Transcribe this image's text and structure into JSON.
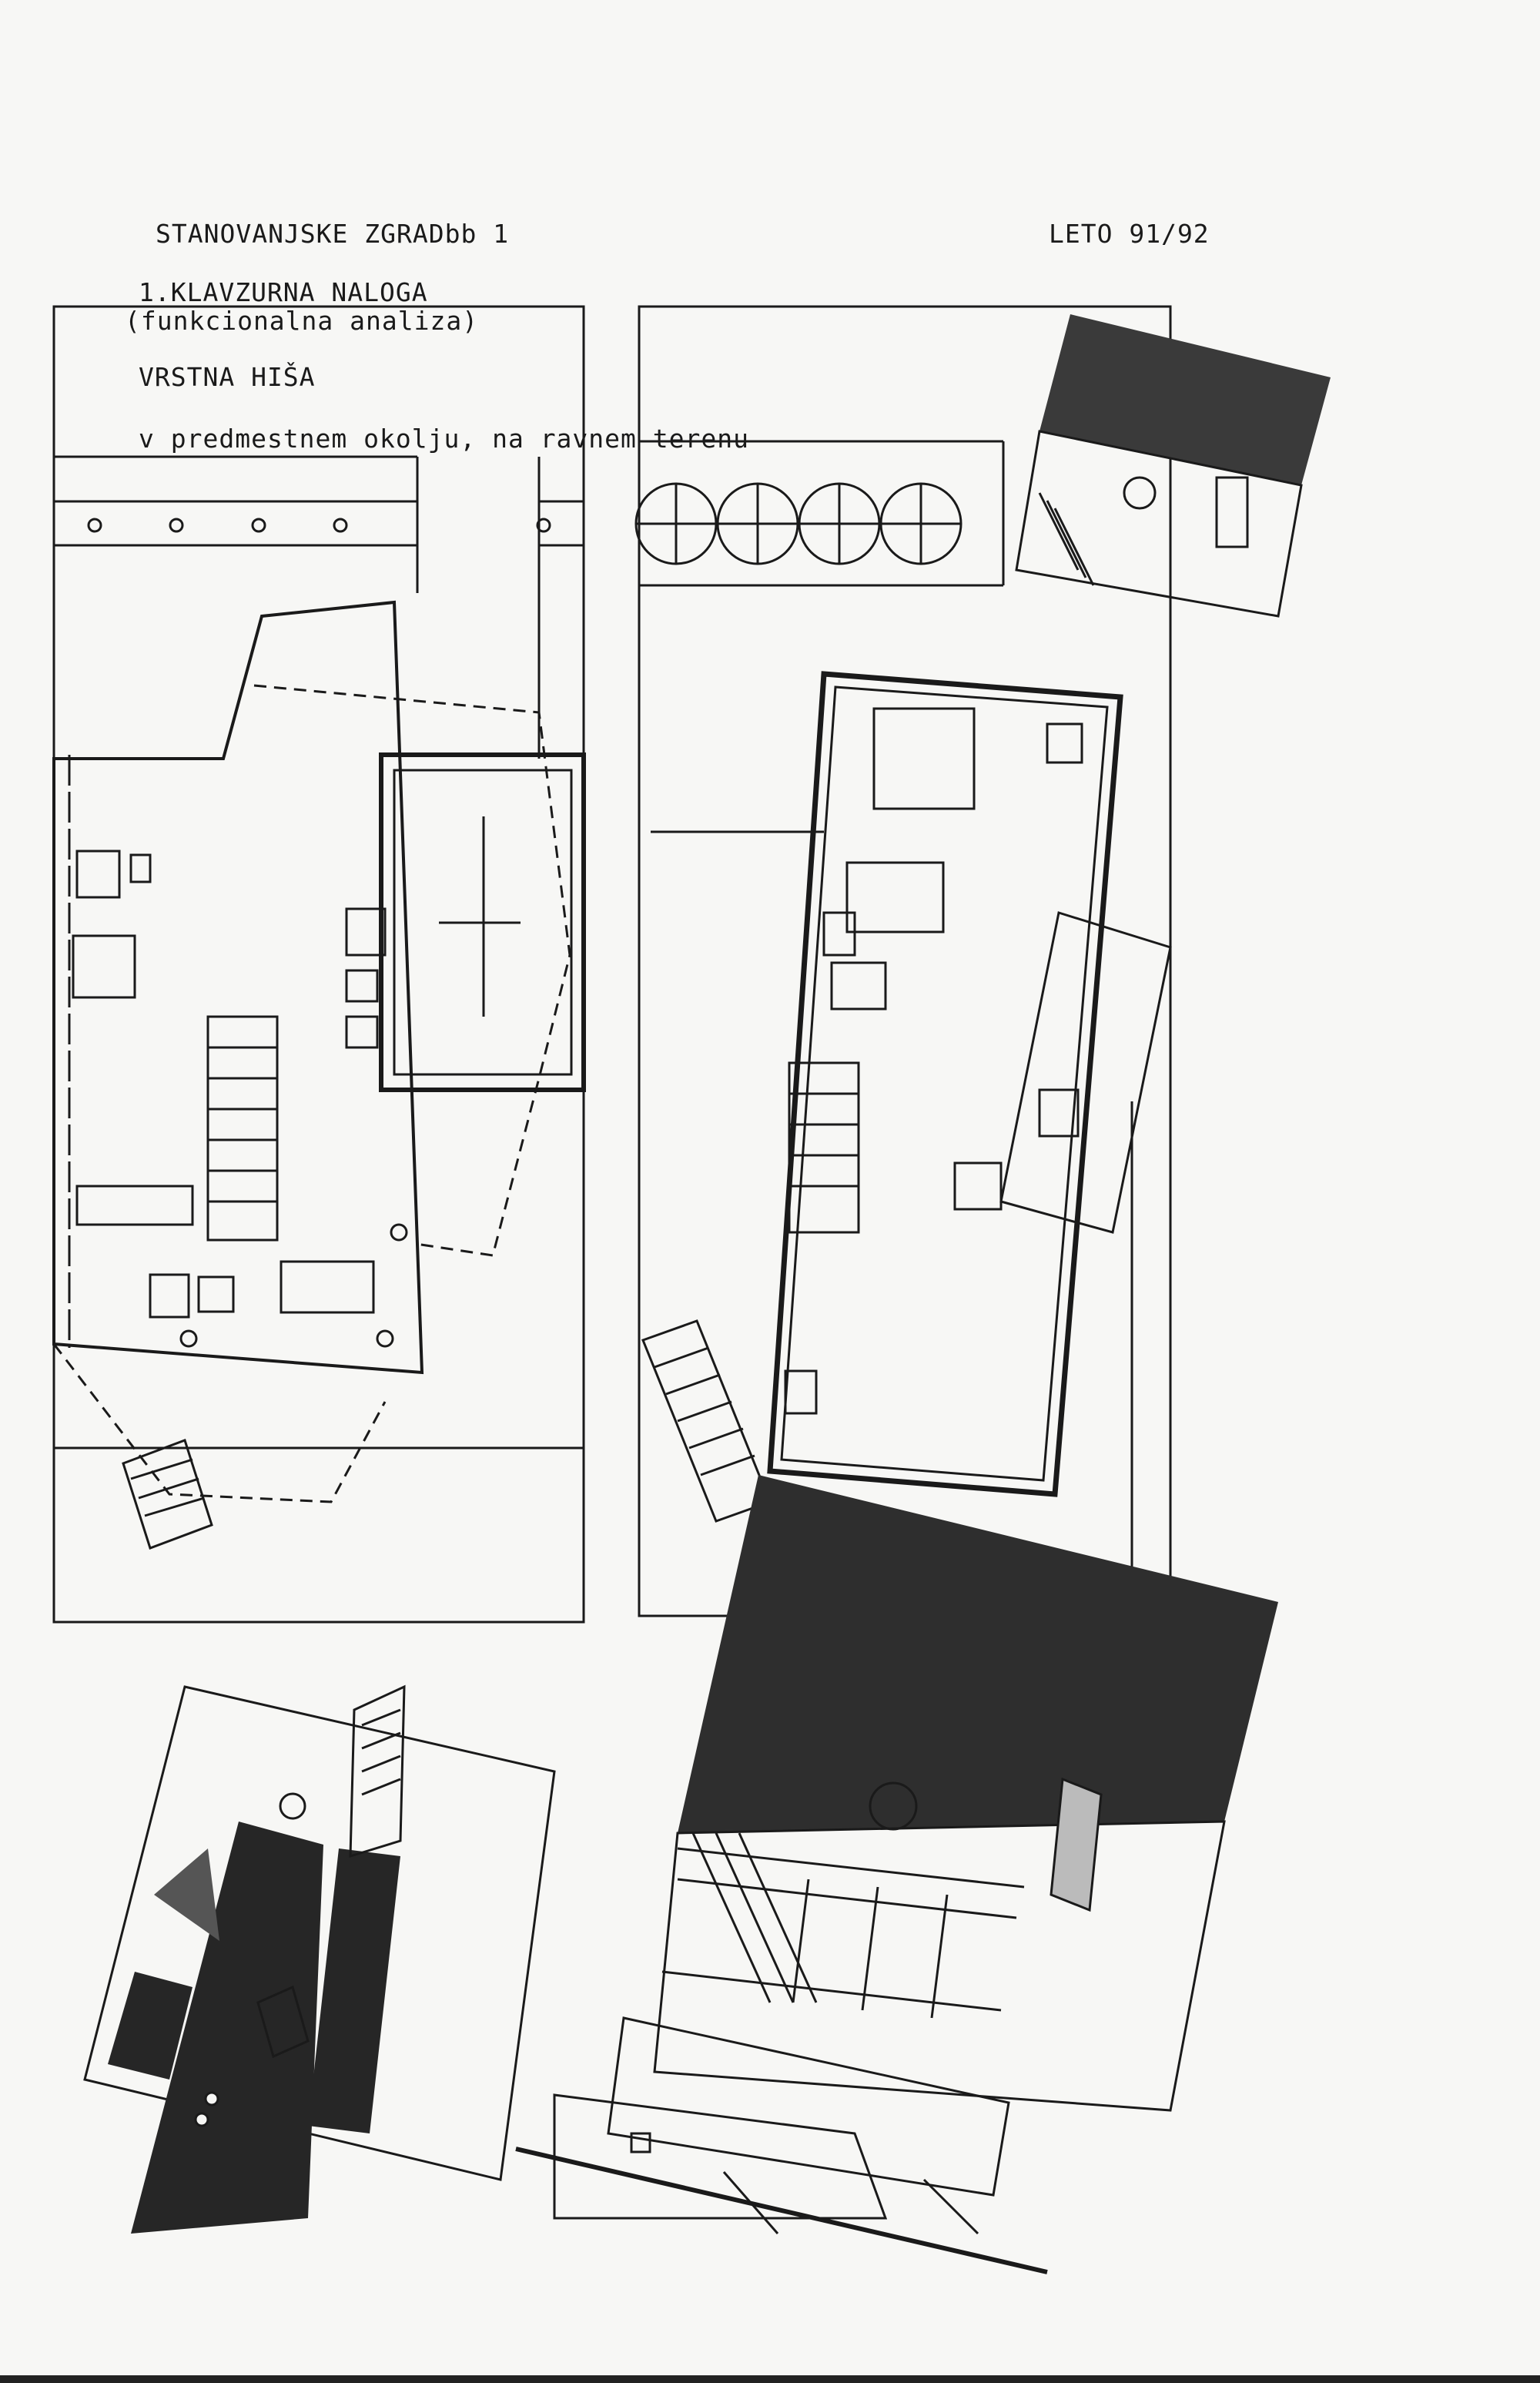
{
  "header": {
    "course": "STANOVANJSKE ZGRADbb 1",
    "term": "LETO 91/92"
  },
  "task": {
    "title": "1.KLAVZURNA NALOGA",
    "subtitle": "(funkcionalna analiza)"
  },
  "project": {
    "type": "VRSTNA HIŠA",
    "site": "v predmestnem okolju, na ravnem terenu"
  }
}
